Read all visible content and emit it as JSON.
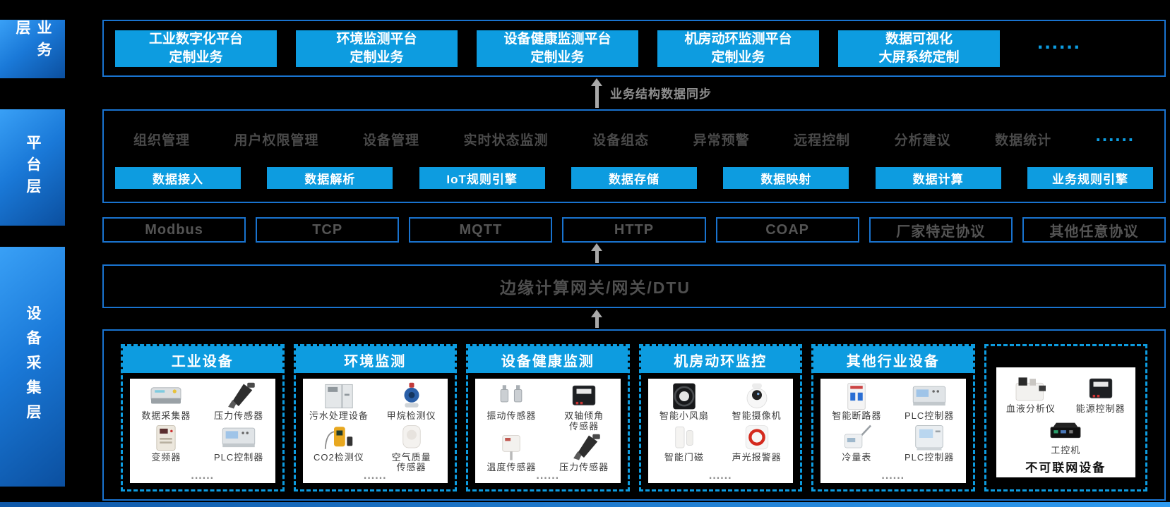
{
  "colors": {
    "accent": "#0d9ce0",
    "border": "#1973cf",
    "gray_text": "#4a4a4a",
    "arrow": "#a8a8a8"
  },
  "sidebar": {
    "layers": [
      {
        "label": "业务层"
      },
      {
        "label": "平台层"
      },
      {
        "label": "设备采集层"
      }
    ]
  },
  "business_layer": {
    "boxes": [
      "工业数字化平台\n定制业务",
      "环境监测平台\n定制业务",
      "设备健康监测平台\n定制业务",
      "机房动环监测平台\n定制业务",
      "数据可视化\n大屏系统定制"
    ],
    "more_dots": "......"
  },
  "sync_arrow": {
    "label": "业务结构数据同步"
  },
  "platform_layer": {
    "functions": [
      "组织管理",
      "用户权限管理",
      "设备管理",
      "实时状态监测",
      "设备组态",
      "异常预警",
      "远程控制",
      "分析建议",
      "数据统计"
    ],
    "more_dots": "......",
    "modules": [
      "数据接入",
      "数据解析",
      "IoT规则引擎",
      "数据存储",
      "数据映射",
      "数据计算",
      "业务规则引擎"
    ]
  },
  "protocols": [
    "Modbus",
    "TCP",
    "MQTT",
    "HTTP",
    "COAP",
    "厂家特定协议",
    "其他任意协议"
  ],
  "gateway": {
    "label": "边缘计算网关/网关/DTU"
  },
  "device_layer": {
    "cards": [
      {
        "title": "工业设备",
        "devices": [
          {
            "label": "数据采集器",
            "icon": "collector"
          },
          {
            "label": "压力传感器",
            "icon": "probe"
          },
          {
            "label": "变频器",
            "icon": "vfd"
          },
          {
            "label": "PLC控制器",
            "icon": "plc"
          }
        ],
        "dots": "......"
      },
      {
        "title": "环境监测",
        "devices": [
          {
            "label": "污水处理设备",
            "icon": "cabinet"
          },
          {
            "label": "甲烷检测仪",
            "icon": "gas"
          },
          {
            "label": "CO2检测仪",
            "icon": "handheld"
          },
          {
            "label": "空气质量\n传感器",
            "icon": "airbox"
          }
        ],
        "dots": "......"
      },
      {
        "title": "设备健康监测",
        "devices": [
          {
            "label": "振动传感器",
            "icon": "cylinders"
          },
          {
            "label": "双轴倾角\n传感器",
            "icon": "blackbox"
          },
          {
            "label": "温度传感器",
            "icon": "tempbox"
          },
          {
            "label": "压力传感器",
            "icon": "probe"
          }
        ],
        "dots": "......"
      },
      {
        "title": "机房动环监控",
        "devices": [
          {
            "label": "智能小风扇",
            "icon": "fan"
          },
          {
            "label": "智能摄像机",
            "icon": "camera"
          },
          {
            "label": "智能门磁",
            "icon": "doormag"
          },
          {
            "label": "声光报警器",
            "icon": "alarm"
          }
        ],
        "dots": "......"
      },
      {
        "title": "其他行业设备",
        "devices": [
          {
            "label": "智能断路器",
            "icon": "breaker"
          },
          {
            "label": "PLC控制器",
            "icon": "plc"
          },
          {
            "label": "冷量表",
            "icon": "meter"
          },
          {
            "label": "PLC控制器",
            "icon": "plc2"
          }
        ],
        "dots": "......"
      }
    ],
    "offline_card": {
      "devices": [
        {
          "label": "血液分析仪",
          "icon": "analyzer"
        },
        {
          "label": "能源控制器",
          "icon": "blackbox"
        },
        {
          "label": "工控机",
          "icon": "ipc",
          "wide": true
        }
      ],
      "caption": "不可联网设备"
    }
  }
}
